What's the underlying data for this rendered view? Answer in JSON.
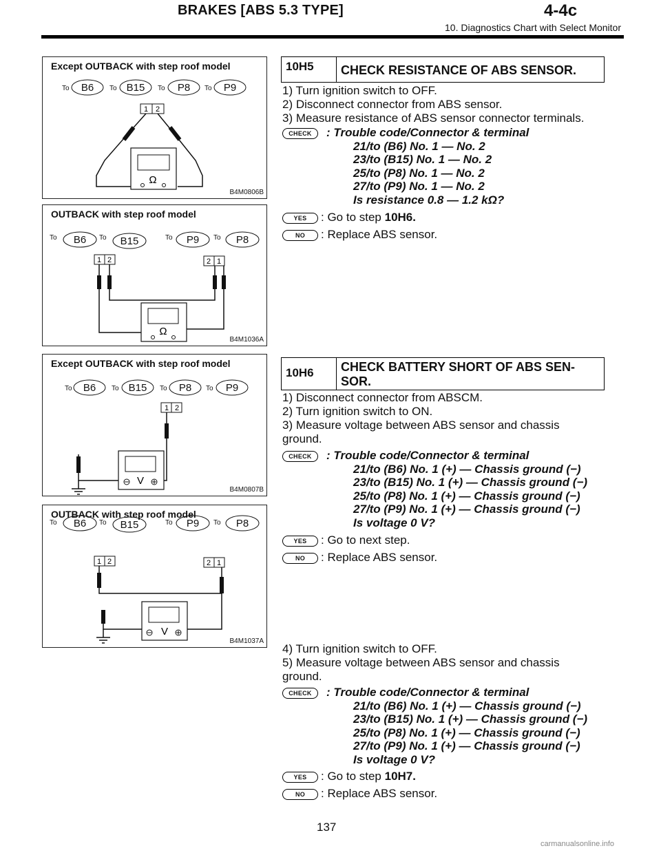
{
  "header": {
    "title": "BRAKES [ABS 5.3 TYPE]",
    "code": "4-4c",
    "subtitle": "10. Diagnostics Chart with Select Monitor"
  },
  "figures": [
    {
      "title": "Except OUTBACK with step roof model",
      "code": "B4M0806B",
      "connectors": [
        {
          "to": "To",
          "label": "B6"
        },
        {
          "to": "To",
          "label": "B15"
        },
        {
          "to": "To",
          "label": "P8"
        },
        {
          "to": "To",
          "label": "P9"
        }
      ],
      "pins": [
        "1",
        "2"
      ],
      "meter_symbol": "Ω"
    },
    {
      "title": "OUTBACK with step roof model",
      "code": "B4M1036A",
      "connectors": [
        {
          "to": "To",
          "label": "B6"
        },
        {
          "to": "To",
          "label": "B15"
        },
        {
          "to": "To",
          "label": "P9"
        },
        {
          "to": "To",
          "label": "P8"
        }
      ],
      "pins": [
        "1",
        "2"
      ],
      "pins_right": [
        "2",
        "1"
      ],
      "meter_symbol": "Ω"
    },
    {
      "title": "Except OUTBACK with step roof model",
      "code": "B4M0807B",
      "connectors": [
        {
          "to": "To",
          "label": "B6"
        },
        {
          "to": "To",
          "label": "B15"
        },
        {
          "to": "To",
          "label": "P8"
        },
        {
          "to": "To",
          "label": "P9"
        }
      ],
      "pins": [
        "1",
        "2"
      ],
      "meter_symbol": "V"
    },
    {
      "title": "OUTBACK with step roof model",
      "code": "B4M1037A",
      "connectors": [
        {
          "to": "To",
          "label": "B6"
        },
        {
          "to": "To",
          "label": "B15"
        },
        {
          "to": "To",
          "label": "P9"
        },
        {
          "to": "To",
          "label": "P8"
        }
      ],
      "pins": [
        "1",
        "2"
      ],
      "pins_right": [
        "2",
        "1"
      ],
      "meter_symbol": "V"
    }
  ],
  "badges": {
    "check": "CHECK",
    "yes": "YES",
    "no": "NO"
  },
  "step1": {
    "id": "10H5",
    "title": "CHECK RESISTANCE OF ABS SENSOR.",
    "steps": [
      "1) Turn ignition switch to OFF.",
      "2) Disconnect connector from ABS sensor.",
      "3) Measure resistance of ABS sensor connector terminals."
    ],
    "check": [
      ": Trouble code/Connector & terminal",
      "21/to (B6) No. 1 — No. 2",
      "23/to (B15) No. 1 — No. 2",
      "25/to (P8) No. 1 — No. 2",
      "27/to (P9) No. 1 — No. 2",
      "Is resistance 0.8 — 1.2 kΩ?"
    ],
    "yes_text": ": Go to step ",
    "yes_target": "10H6.",
    "no_text": ": Replace ABS sensor."
  },
  "step2": {
    "id": "10H6",
    "title_line1": "CHECK BATTERY SHORT OF ABS SEN-",
    "title_line2": "SOR.",
    "steps": [
      "1) Disconnect connector from ABSCM.",
      "2) Turn ignition switch to ON.",
      "3) Measure voltage between ABS sensor and chassis",
      "ground."
    ],
    "check": [
      ": Trouble code/Connector & terminal",
      "21/to (B6) No. 1 (+) — Chassis ground (−)",
      "23/to (B15) No. 1 (+) — Chassis ground (−)",
      "25/to (P8) No. 1 (+) — Chassis ground (−)",
      "27/to (P9) No. 1 (+) — Chassis ground (−)",
      "Is voltage 0 V?"
    ],
    "yes_text": ": Go to next step.",
    "no_text": ": Replace ABS sensor.",
    "steps_b": [
      "4) Turn ignition switch to OFF.",
      "5) Measure voltage between ABS sensor and chassis",
      "ground."
    ],
    "check_b": [
      ": Trouble code/Connector & terminal",
      "21/to (B6) No. 1 (+) — Chassis ground (−)",
      "23/to (B15) No. 1 (+) — Chassis ground (−)",
      "25/to (P8) No. 1 (+) — Chassis ground (−)",
      "27/to (P9) No. 1 (+) — Chassis ground (−)",
      "Is voltage 0 V?"
    ],
    "yes_text_b": ": Go to step ",
    "yes_target_b": "10H7.",
    "no_text_b": ": Replace ABS sensor."
  },
  "page_number": "137",
  "watermark": "carmanualsonline.info"
}
